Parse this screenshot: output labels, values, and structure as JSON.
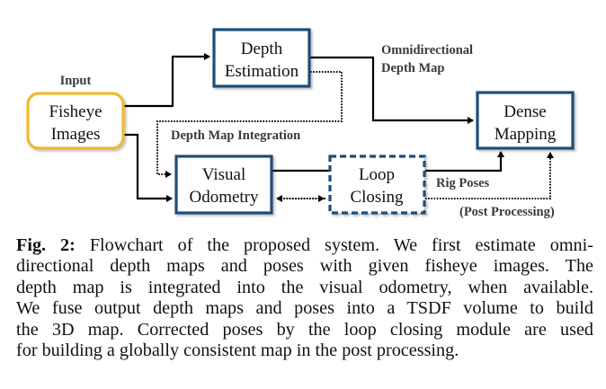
{
  "figure": {
    "nodes": {
      "fisheye": {
        "lines": [
          "Fisheye",
          "Images"
        ],
        "heading": "Input"
      },
      "depth_estimation": {
        "lines": [
          "Depth",
          "Estimation"
        ]
      },
      "visual_odometry": {
        "lines": [
          "Visual",
          "Odometry"
        ]
      },
      "loop_closing": {
        "lines": [
          "Loop",
          "Closing"
        ]
      },
      "dense_mapping": {
        "lines": [
          "Dense",
          "Mapping"
        ]
      }
    },
    "edge_labels": {
      "omni_depth_map": [
        "Omnidirectional",
        "Depth Map"
      ],
      "depth_map_integration": "Depth Map Integration",
      "rig_poses": "Rig Poses",
      "post_processing": "(Post Processing)"
    },
    "colors": {
      "input_border": "#EDB92E",
      "module_border": "#1F4E79",
      "arrow": "#000000",
      "label_text": "#3a3a3a"
    }
  },
  "caption": {
    "label": "Fig. 2:",
    "lines": [
      " Flowchart of the proposed system. We first estimate omni-",
      "directional depth maps and poses with given fisheye images. The",
      "depth map is integrated into the visual odometry, when available.",
      "We fuse output depth maps and poses into a TSDF volume to build",
      "the 3D map. Corrected poses by the loop closing module are used",
      "for building a globally consistent map in the post processing."
    ]
  }
}
